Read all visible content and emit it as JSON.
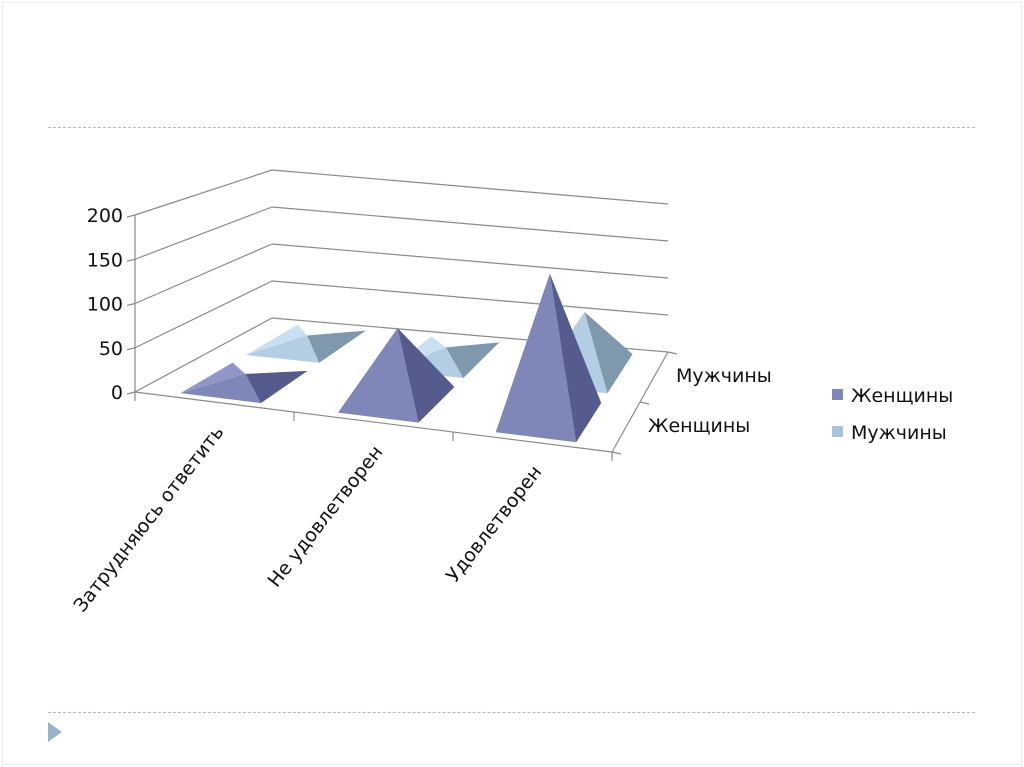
{
  "chart_data": {
    "type": "bar",
    "subtype": "3d-pyramid",
    "title": "",
    "categories": [
      "Затрудняюсь ответить",
      "Не удовлетворен",
      "Удовлетворен"
    ],
    "series": [
      {
        "name": "Женщины",
        "values": [
          10,
          85,
          170
        ],
        "color": "#7F86B8"
      },
      {
        "name": "Мужчины",
        "values": [
          10,
          12,
          75
        ],
        "color": "#A9C4DA"
      }
    ],
    "depth_axis_labels": [
      "Женщины",
      "Мужчины"
    ],
    "yticks": [
      "0",
      "50",
      "100",
      "150",
      "200"
    ],
    "ylim": [
      0,
      200
    ],
    "grid": true,
    "legend": {
      "placement": "right",
      "entries": [
        "Женщины",
        "Мужчины"
      ]
    }
  }
}
